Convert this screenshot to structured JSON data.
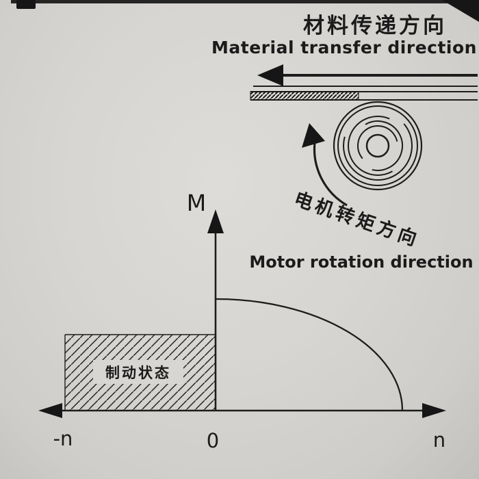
{
  "colors": {
    "background": "#d7d5d1",
    "ink": "#1d1d1d",
    "page_edge": "#121212"
  },
  "header": {
    "title_zh": "材料传递方向",
    "title_en": "Material transfer direction"
  },
  "motor": {
    "label_zh": "电机转矩方向",
    "label_en": "Motor rotation direction"
  },
  "graph": {
    "y_axis_label": "M",
    "x_min_label": "-n",
    "origin_label": "0",
    "x_max_label": "n",
    "region_label": "制动状态"
  }
}
